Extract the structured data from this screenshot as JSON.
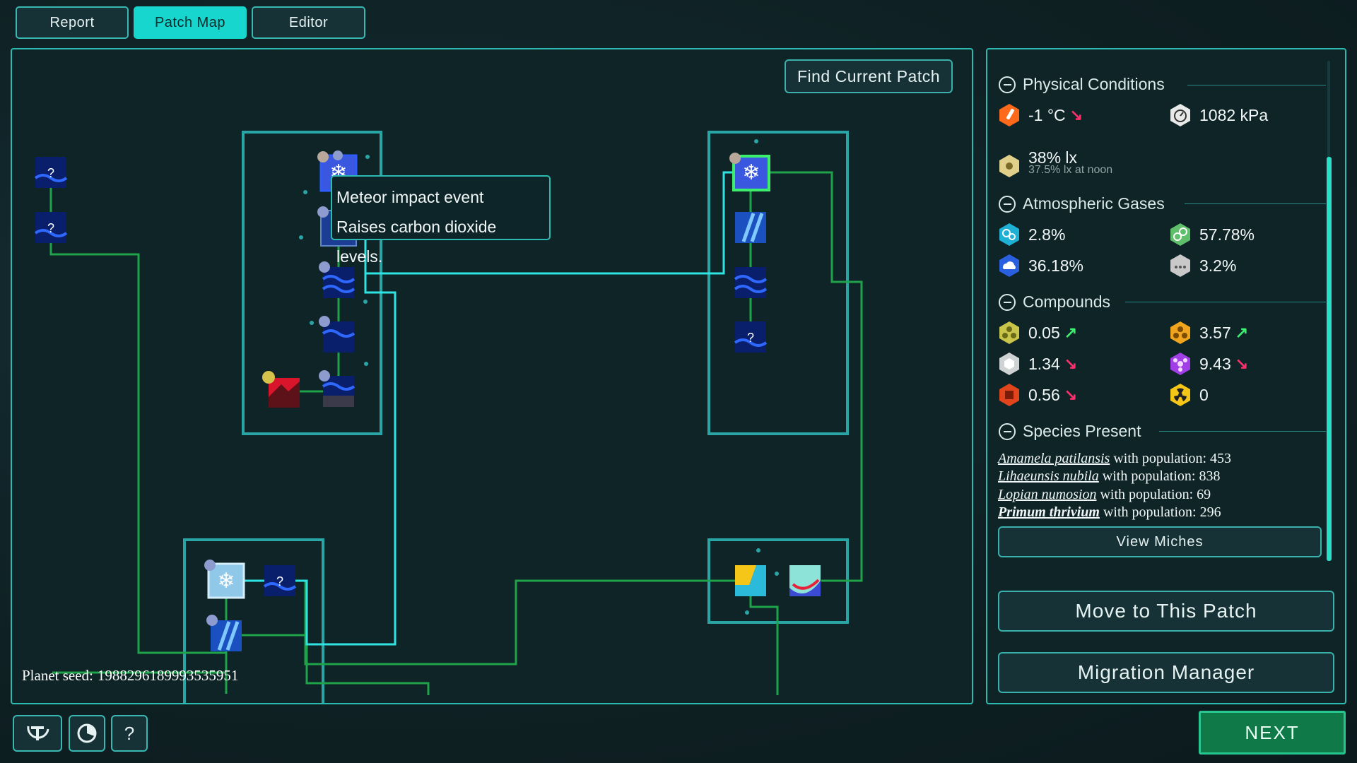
{
  "tabs": {
    "report": "Report",
    "patch_map": "Patch Map",
    "editor": "Editor"
  },
  "map": {
    "find_current_patch": "Find Current Patch",
    "tooltip": {
      "title": "Meteor impact event",
      "description": "Raises carbon dioxide levels."
    },
    "unknown_marker": "?",
    "seed_label": "Planet seed:",
    "seed_value": "1988296189993535951"
  },
  "panel": {
    "physical": {
      "header": "Physical Conditions",
      "temperature": "-1 °C",
      "pressure": "1082 kPa",
      "light": "38% lx",
      "light_note": "37.5% lx at noon"
    },
    "gases": {
      "header": "Atmospheric Gases",
      "oxygen": "2.8%",
      "nitrogen": "57.78%",
      "carbon_dioxide": "36.18%",
      "other": "3.2%"
    },
    "compounds": {
      "header": "Compounds",
      "sunlight_compound": "0.05",
      "ammonia": "3.57",
      "phosphate": "1.34",
      "glucose": "9.43",
      "iron": "0.56",
      "radiation": "0"
    },
    "species": {
      "header": "Species Present",
      "suffix": "with population:",
      "items": [
        {
          "name": "Amamela patilansis",
          "population": "453"
        },
        {
          "name": "Lihaeunsis nubila",
          "population": "838"
        },
        {
          "name": "Lopian numosion",
          "population": "69"
        },
        {
          "name": "Primum thrivium",
          "population": "296"
        }
      ]
    },
    "view_miches": "View Miches",
    "move_to_patch": "Move to This Patch",
    "migration_manager": "Migration Manager"
  },
  "footer": {
    "help_label": "?",
    "next_label": "NEXT"
  },
  "colors": {
    "accent": "#17d6ce",
    "border": "#2cbab0",
    "connection_green": "#1fa24a",
    "connection_cyan": "#2fe3e3",
    "trend_down": "#ff2f6b",
    "trend_up": "#3bef6c",
    "next_button": "#0f7a48"
  }
}
